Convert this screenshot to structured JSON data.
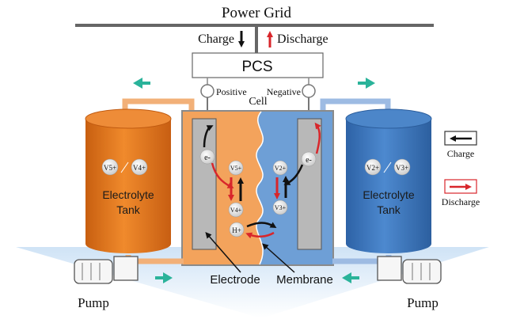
{
  "title": "Power Grid",
  "flow": {
    "charge": "Charge",
    "discharge": "Discharge"
  },
  "pcs": "PCS",
  "cell": {
    "label": "Cell",
    "positive": "Positive",
    "negative": "Negative"
  },
  "left_tank": {
    "ion_a": "V5+",
    "ion_b": "V4+",
    "label_line1": "Electrolyte",
    "label_line2": "Tank",
    "color": "#e8731c"
  },
  "right_tank": {
    "ion_a": "V2+",
    "ion_b": "V3+",
    "label_line1": "Electrolyte",
    "label_line2": "Tank",
    "color": "#3f78bd"
  },
  "cell_ions": {
    "left_electron": "e-",
    "left_top": "V5+",
    "left_bottom": "V4+",
    "proton": "H+",
    "right_electron": "e-",
    "right_top": "V2+",
    "right_bottom": "V3+"
  },
  "components": {
    "electrode": "Electrode",
    "membrane": "Membrane",
    "pump_left": "Pump",
    "pump_right": "Pump"
  },
  "legend": {
    "charge": "Charge",
    "discharge": "Discharge"
  },
  "colors": {
    "charge_arrow": "#111111",
    "discharge_arrow": "#d8262b",
    "flow_arrow": "#2ab39a",
    "pipe_left": "#f2b078",
    "pipe_right": "#9dbbe3"
  }
}
